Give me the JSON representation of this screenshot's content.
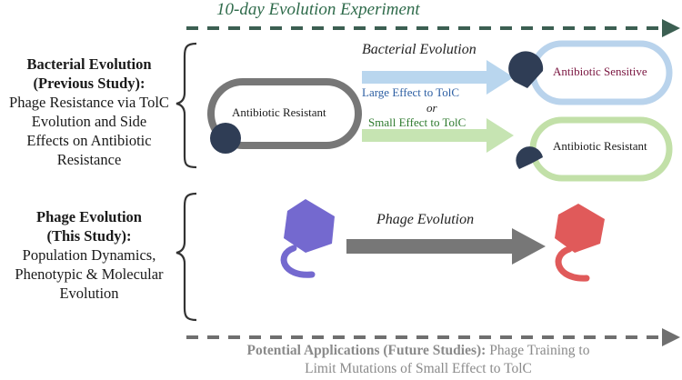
{
  "title_top": "10-day Evolution Experiment",
  "bacterial_block": {
    "heading_1": "Bacterial Evolution",
    "heading_2": "(Previous Study):",
    "body_1": "Phage Resistance via TolC",
    "body_2": "Evolution and Side",
    "body_3": "Effects on Antibiotic",
    "body_4": "Resistance"
  },
  "phage_block": {
    "heading_1": "Phage Evolution",
    "heading_2": "(This Study):",
    "body_1": "Population Dynamics,",
    "body_2": "Phenotypic & Molecular",
    "body_3": "Evolution"
  },
  "labels": {
    "bacterial_evolution": "Bacterial Evolution",
    "large_effect": "Large Effect to TolC",
    "or": "or",
    "small_effect": "Small Effect to TolC",
    "phage_evolution": "Phage Evolution"
  },
  "cells": {
    "resistant_main": "Antibiotic Resistant",
    "sensitive": "Antibiotic Sensitive",
    "resistant_bottom": "Antibiotic Resistant"
  },
  "footer": {
    "bold_part": "Potential Applications (Future Studies):",
    "rest_1": " Phage Training to",
    "line_2": "Limit Mutations of Small Effect to TolC"
  },
  "colors": {
    "dashed_arrow": "#3c5f52",
    "footer_arrow": "#6f6f6f",
    "bracket": "#333333",
    "cell_gray": "#777777",
    "cell_blue": "#b9d3ec",
    "cell_green": "#c2e0a8",
    "arrow_blue": "#b9d6ee",
    "arrow_green": "#c6e4b2",
    "arrow_gray": "#777777",
    "receptor": "#2f3d55",
    "phage_purple": "#7469cf",
    "phage_red": "#e05a5a"
  }
}
